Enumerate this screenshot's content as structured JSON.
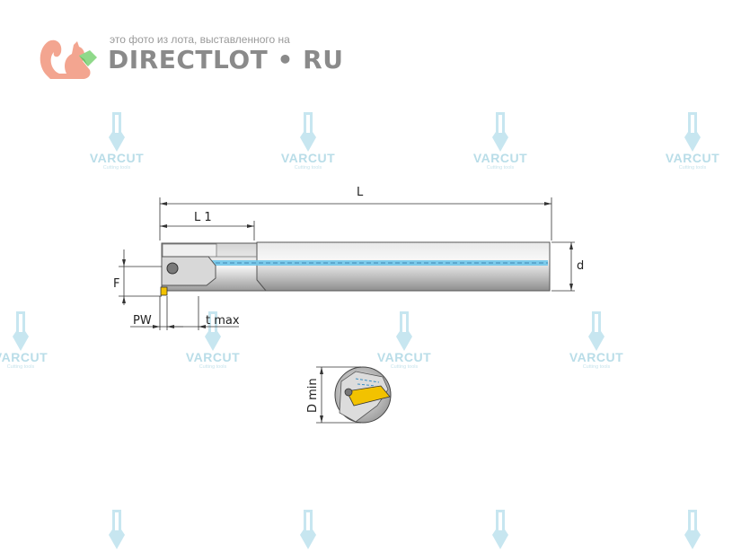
{
  "watermark_directlot": {
    "caption": "это фото из лота, выставленного на",
    "brand": "DIRECTLOT • RU"
  },
  "watermark_varcut": {
    "name": "VARCUT",
    "tagline": "Cutting tools"
  },
  "dimensions": {
    "L": "L",
    "L1": "L 1",
    "d": "d",
    "F": "F",
    "PW": "PW",
    "t_max": "t max",
    "D_min": "D min"
  },
  "colors": {
    "coolant": "#6fc6ea",
    "insert": "#f2c200",
    "watermark": "#b9dde8",
    "squirrel": "#f3a590",
    "gem": "#8fd98a"
  }
}
